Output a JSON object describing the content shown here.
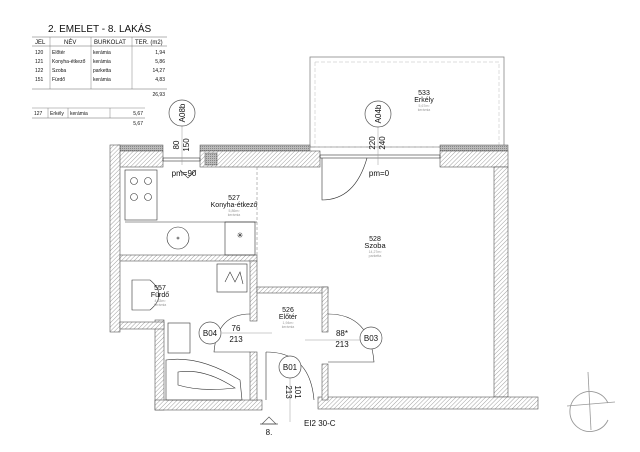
{
  "title": "2. EMELET - 8. LAKÁS",
  "table": {
    "headers": [
      "JEL",
      "NÉV",
      "BURKOLAT",
      "TER. (m2)"
    ],
    "rows": [
      [
        "120",
        "Előtér",
        "kerámia",
        "1,94"
      ],
      [
        "121",
        "Konyha-étkező",
        "kerámia",
        "5,86"
      ],
      [
        "122",
        "Szoba",
        "parketta",
        "14,27"
      ],
      [
        "151",
        "Fürdő",
        "kerámia",
        "4,83"
      ]
    ],
    "total": "26,93",
    "balcony_row": [
      "127",
      "Erkély",
      "kerámia",
      "5,67"
    ],
    "balcony_total": "5,67"
  },
  "rooms": {
    "kitchen": {
      "number": "527",
      "name": "Konyha-étkező",
      "area": "5,86m²",
      "floor": "kerámia"
    },
    "room": {
      "number": "528",
      "name": "Szoba",
      "area": "14,27m²",
      "floor": "parketta"
    },
    "bath": {
      "number": "557",
      "name": "Fürdő",
      "area": "4,83m²",
      "floor": "kerámia"
    },
    "hall": {
      "number": "526",
      "name": "Előtér",
      "area": "1,94m²",
      "floor": "kerámia"
    },
    "balcony": {
      "number": "533",
      "name": "Erkély",
      "area": "5,67m²",
      "floor": "kerámia"
    }
  },
  "windows": {
    "w1": {
      "tag": "A08b",
      "w": "80",
      "h": "150",
      "sill": "pm=90"
    },
    "w2": {
      "tag": "A04b",
      "w": "220",
      "h": "240",
      "sill": "pm=0"
    }
  },
  "doors": {
    "b04": {
      "tag": "B04",
      "w": "76",
      "h": "213"
    },
    "b03": {
      "tag": "B03",
      "w": "88*",
      "h": "213"
    },
    "b01": {
      "tag": "B01",
      "w": "101",
      "h": "213",
      "spec": "EI2 30-C"
    }
  },
  "entrance": "8."
}
